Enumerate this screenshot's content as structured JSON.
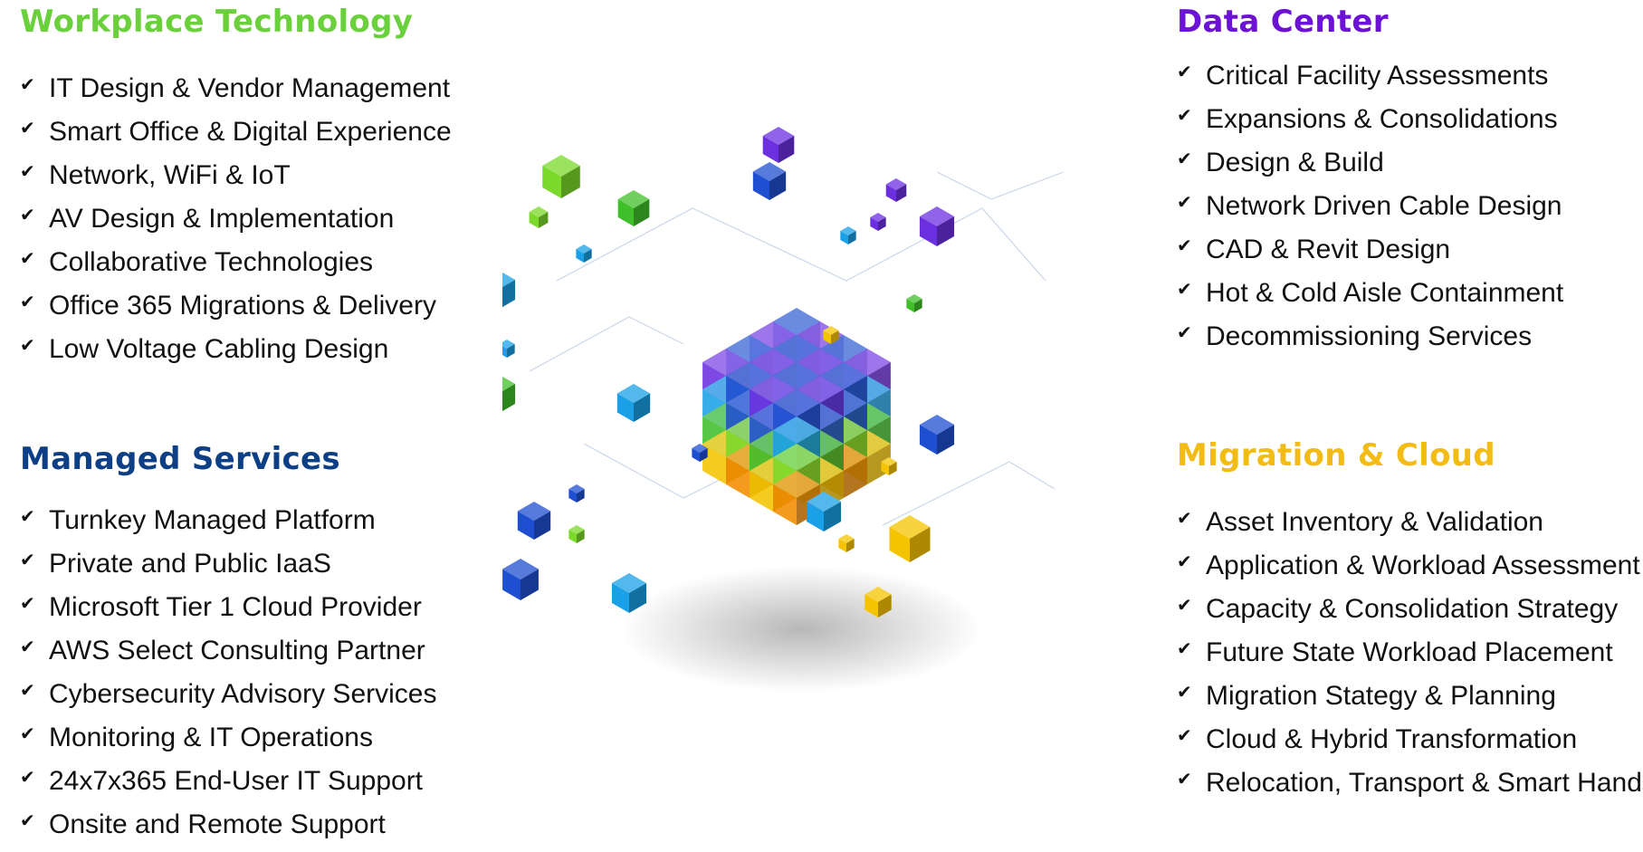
{
  "sections": {
    "workplace_technology": {
      "title": "Workplace Technology",
      "color": "#6ad03b",
      "items": [
        "IT Design & Vendor Management",
        "Smart Office & Digital Experience",
        "Network, WiFi & IoT",
        "AV Design & Implementation",
        "Collaborative Technologies",
        "Office 365 Migrations & Delivery",
        "Low Voltage Cabling Design"
      ]
    },
    "managed_services": {
      "title": "Managed Services",
      "color": "#0c3f86",
      "items": [
        "Turnkey Managed Platform",
        "Private and Public IaaS",
        "Microsoft Tier 1 Cloud Provider",
        "AWS Select Consulting Partner",
        "Cybersecurity Advisory Services",
        "Monitoring & IT Operations",
        "24x7x365 End-User IT Support",
        "Onsite and Remote Support"
      ]
    },
    "data_center": {
      "title": "Data Center",
      "color": "#6b12d6",
      "items": [
        "Critical Facility Assessments",
        "Expansions & Consolidations",
        "Design & Build",
        "Network Driven Cable Design",
        "CAD & Revit Design",
        "Hot & Cold Aisle Containment",
        "Decommissioning Services"
      ]
    },
    "migration_cloud": {
      "title": "Migration & Cloud",
      "color": "#f3bc14",
      "items": [
        "Asset Inventory & Validation",
        "Application & Workload Assessment",
        "Capacity & Consolidation Strategy",
        "Future State Workload Placement",
        "Migration Stategy & Planning",
        "Cloud & Hybrid Transformation",
        "Relocation, Transport & Smart Hands"
      ]
    }
  },
  "check_glyph": "✔",
  "graphic": {
    "icon": "isometric-cube-cluster",
    "palette": [
      "#6b2fe0",
      "#1f4fd1",
      "#1aa0e6",
      "#3fbf2a",
      "#7ad92a",
      "#f5c400",
      "#f28c00"
    ]
  }
}
